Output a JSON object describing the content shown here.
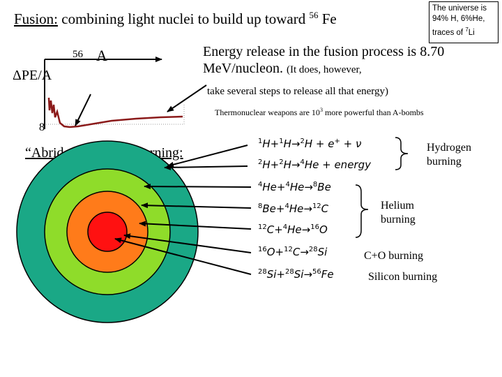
{
  "title": {
    "lead": "Fusion:",
    "rest": " combining light nuclei to build up toward ",
    "sup": "56",
    "tail": " Fe"
  },
  "note": {
    "l1": "The universe is",
    "l2": "94% H, 6%He,",
    "l3a": "traces of ",
    "l3sup": "7",
    "l3b": "Li"
  },
  "energy": {
    "main": "Energy release in the fusion process is 8.70 MeV/nucleon. ",
    "paren": "(It does, however,",
    "line2": "take several steps to release all that energy)"
  },
  "thermo": {
    "a": "Thermonuclear weapons are 10",
    "sup": "3",
    "b": " more powerful than A-bombs"
  },
  "axes": {
    "x": "A",
    "x_tick": "56",
    "y": "ΔPE/A",
    "y_tick": "8"
  },
  "abridged": "“Abridged” Stellar Burning:",
  "colors": {
    "outer": "#1aa886",
    "ring2": "#8fdc2a",
    "ring3": "#ff7b1a",
    "core": "#ff1111",
    "curve": "#8b1a1a"
  },
  "reactions": [
    [
      {
        "s": "1",
        "n": "H+"
      },
      {
        "s": "1",
        "n": "H"
      },
      {
        "arrow": true
      },
      {
        "s": "2",
        "n": "H + e"
      },
      {
        "sup_after": "+",
        "n": " + ν"
      }
    ],
    [
      {
        "s": "2",
        "n": "H+"
      },
      {
        "s": "2",
        "n": "H"
      },
      {
        "arrow": true
      },
      {
        "s": "4",
        "n": "He + energy"
      }
    ],
    [
      {
        "s": "4",
        "n": "He+"
      },
      {
        "s": "4",
        "n": "He"
      },
      {
        "arrow": true
      },
      {
        "s": "8",
        "n": "Be"
      }
    ],
    [
      {
        "s": "8",
        "n": "Be+"
      },
      {
        "s": "4",
        "n": "He"
      },
      {
        "arrow": true
      },
      {
        "s": "12",
        "n": "C"
      }
    ],
    [
      {
        "s": "12",
        "n": "C+"
      },
      {
        "s": "4",
        "n": "He"
      },
      {
        "arrow": true
      },
      {
        "s": "16",
        "n": "O"
      }
    ],
    [
      {
        "s": "16",
        "n": "O+"
      },
      {
        "s": "12",
        "n": "C"
      },
      {
        "arrow": true
      },
      {
        "s": "28",
        "n": "Si"
      }
    ],
    [
      {
        "s": "28",
        "n": "Si+"
      },
      {
        "s": "28",
        "n": "Si"
      },
      {
        "arrow": true
      },
      {
        "s": "56",
        "n": "Fe"
      }
    ]
  ],
  "labels": {
    "hydrogen_l1": "Hydrogen",
    "hydrogen_l2": "burning",
    "helium_l1": "Helium",
    "helium_l2": "burning",
    "co": "C+O burning",
    "si": "Silicon burning"
  }
}
